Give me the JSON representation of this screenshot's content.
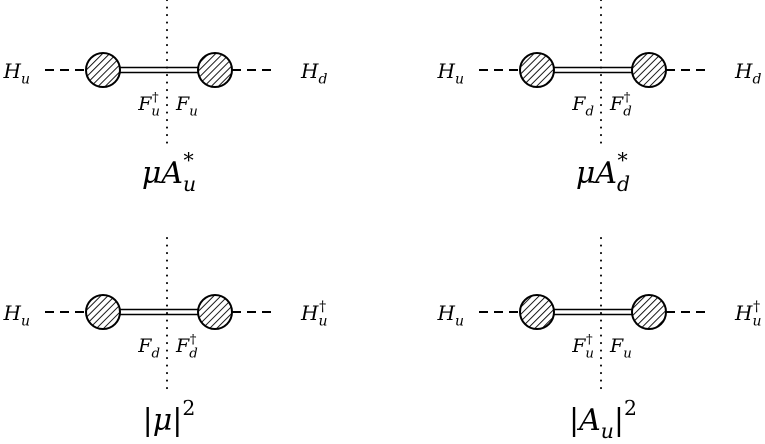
{
  "diagrams": [
    {
      "left_field": {
        "base": "H",
        "sub": "u",
        "sup": ""
      },
      "right_field": {
        "base": "H",
        "sub": "d",
        "sup": ""
      },
      "cut_left_label": {
        "base": "F",
        "sub": "u",
        "sup": "†"
      },
      "cut_right_label": {
        "base": "F",
        "sub": "u",
        "sup": ""
      },
      "caption": {
        "pre": "μA",
        "sub": "u",
        "sup": "*",
        "post": ""
      }
    },
    {
      "left_field": {
        "base": "H",
        "sub": "u",
        "sup": ""
      },
      "right_field": {
        "base": "H",
        "sub": "d",
        "sup": ""
      },
      "cut_left_label": {
        "base": "F",
        "sub": "d",
        "sup": ""
      },
      "cut_right_label": {
        "base": "F",
        "sub": "d",
        "sup": "†"
      },
      "caption": {
        "pre": "μA",
        "sub": "d",
        "sup": "*",
        "post": ""
      }
    },
    {
      "left_field": {
        "base": "H",
        "sub": "u",
        "sup": ""
      },
      "right_field": {
        "base": "H",
        "sub": "u",
        "sup": "†"
      },
      "cut_left_label": {
        "base": "F",
        "sub": "d",
        "sup": ""
      },
      "cut_right_label": {
        "base": "F",
        "sub": "d",
        "sup": "†"
      },
      "caption": {
        "pre": "|μ|",
        "sub": "",
        "sup": "2",
        "post": ""
      }
    },
    {
      "left_field": {
        "base": "H",
        "sub": "u",
        "sup": ""
      },
      "right_field": {
        "base": "H",
        "sub": "u",
        "sup": "†"
      },
      "cut_left_label": {
        "base": "F",
        "sub": "u",
        "sup": "†"
      },
      "cut_right_label": {
        "base": "F",
        "sub": "u",
        "sup": ""
      },
      "caption": {
        "pre": "|A",
        "sub": "u",
        "sup": "2",
        "post": "|"
      }
    }
  ]
}
